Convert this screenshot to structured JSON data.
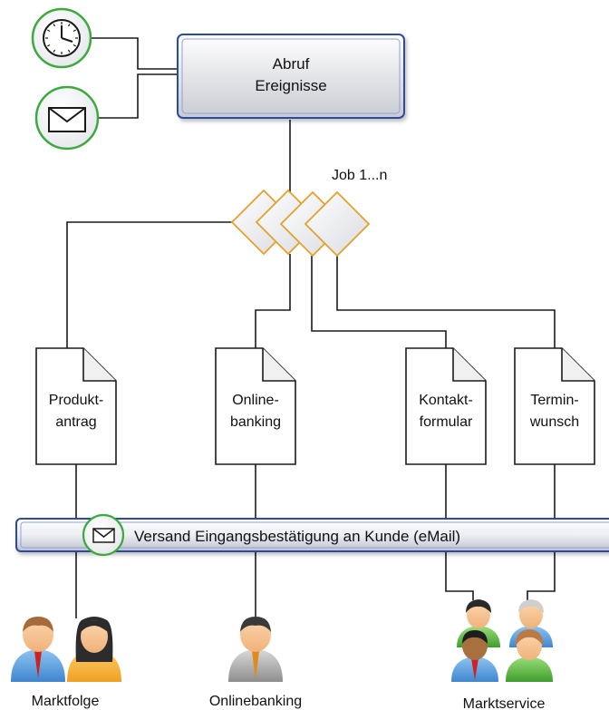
{
  "start_box": {
    "line1": "Abruf",
    "line2": "Ereignisse"
  },
  "trigger_icons": [
    "clock-icon",
    "envelope-icon"
  ],
  "job_label": "Job 1...n",
  "documents": [
    {
      "line1": "Produkt-",
      "line2": "antrag"
    },
    {
      "line1": "Online-",
      "line2": "banking"
    },
    {
      "line1": "Kontakt-",
      "line2": "formular"
    },
    {
      "line1": "Termin-",
      "line2": "wunsch"
    }
  ],
  "notification_bar": {
    "label": "Versand Eingangsbestätigung an Kunde (eMail)",
    "icon": "envelope-icon"
  },
  "recipients": [
    "Marktfolge",
    "Onlinebanking",
    "Marktservice"
  ],
  "colors": {
    "circle_border": "#3daa3d",
    "box_border": "#2f4aa0",
    "diamond_border": "#e5a22a",
    "line": "#1a1a1a"
  }
}
